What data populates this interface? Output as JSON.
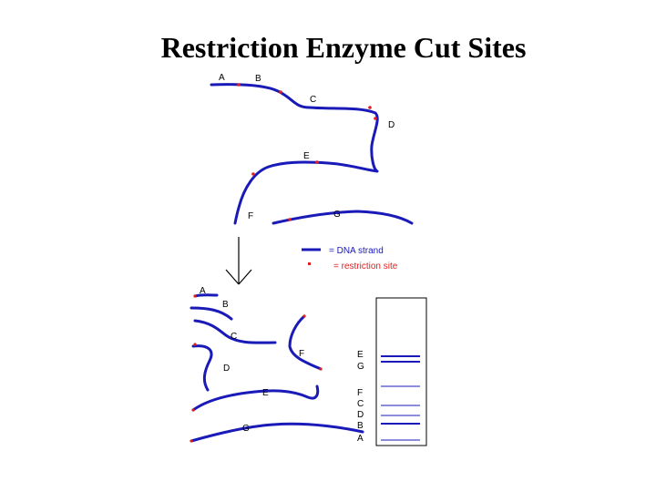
{
  "title": "Restriction Enzyme Cut Sites",
  "colors": {
    "strand": "#1a1ab8",
    "site": "#e02020",
    "text": "#000000"
  },
  "legend": {
    "strand_label": "= DNA strand",
    "site_label": "= restriction site"
  },
  "intact_labels": [
    "A",
    "B",
    "C",
    "D",
    "E",
    "F",
    "G"
  ],
  "fragment_labels": [
    "A",
    "B",
    "C",
    "F",
    "D",
    "E",
    "G"
  ],
  "gel_lane_labels": [
    "E",
    "G",
    "F",
    "C",
    "D",
    "B",
    "A"
  ],
  "arrow_icon": "down-arrow-icon"
}
